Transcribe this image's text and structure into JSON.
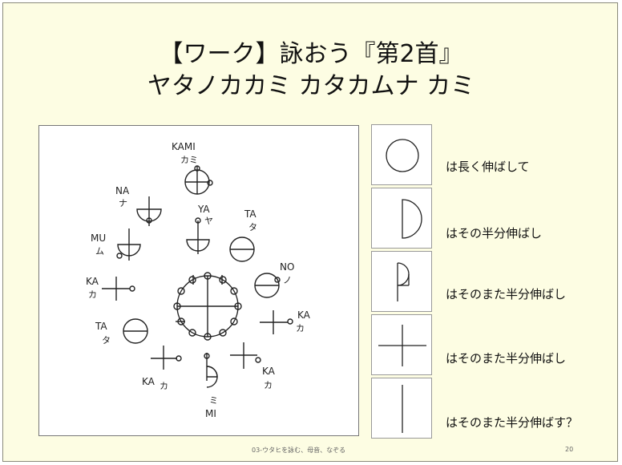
{
  "title": {
    "line1": "【ワーク】詠おう『第2首』",
    "line2": "ヤタノカカミ カタカムナ カミ"
  },
  "figure": {
    "labels": {
      "kami_en": "KAMI",
      "kami_jp": "カミ",
      "na_en": "NA",
      "na_jp": "ナ",
      "ya_en": "YA",
      "ya_jp": "ヤ",
      "ta1_en": "TA",
      "ta1_jp": "タ",
      "mu_en": "MU",
      "mu_jp": "ム",
      "no_en": "NO",
      "no_jp": "ノ",
      "ka1_en": "KA",
      "ka1_jp": "カ",
      "ka2_en": "KA",
      "ka2_jp": "カ",
      "ta2_en": "TA",
      "ta2_jp": "タ",
      "ka3_en": "KA",
      "ka3_jp": "カ",
      "ka4_en": "KA",
      "ka4_jp": "カ",
      "mi_jp": "ミ",
      "mi_en": "MI"
    }
  },
  "legend": [
    {
      "icon": "circle-glyph-icon",
      "text": "は長く伸ばして"
    },
    {
      "icon": "half-circle-glyph-icon",
      "text": "はその半分伸ばし"
    },
    {
      "icon": "quarter-circle-glyph-icon",
      "text": "はそのまた半分伸ばし"
    },
    {
      "icon": "cross-glyph-icon",
      "text": "はそのまた半分伸ばし"
    },
    {
      "icon": "vertical-line-glyph-icon",
      "text": "はそのまた半分伸ばす？"
    }
  ],
  "footer": {
    "caption": "03-ウタヒを詠む、母音、なぞる",
    "page_number": "20"
  }
}
